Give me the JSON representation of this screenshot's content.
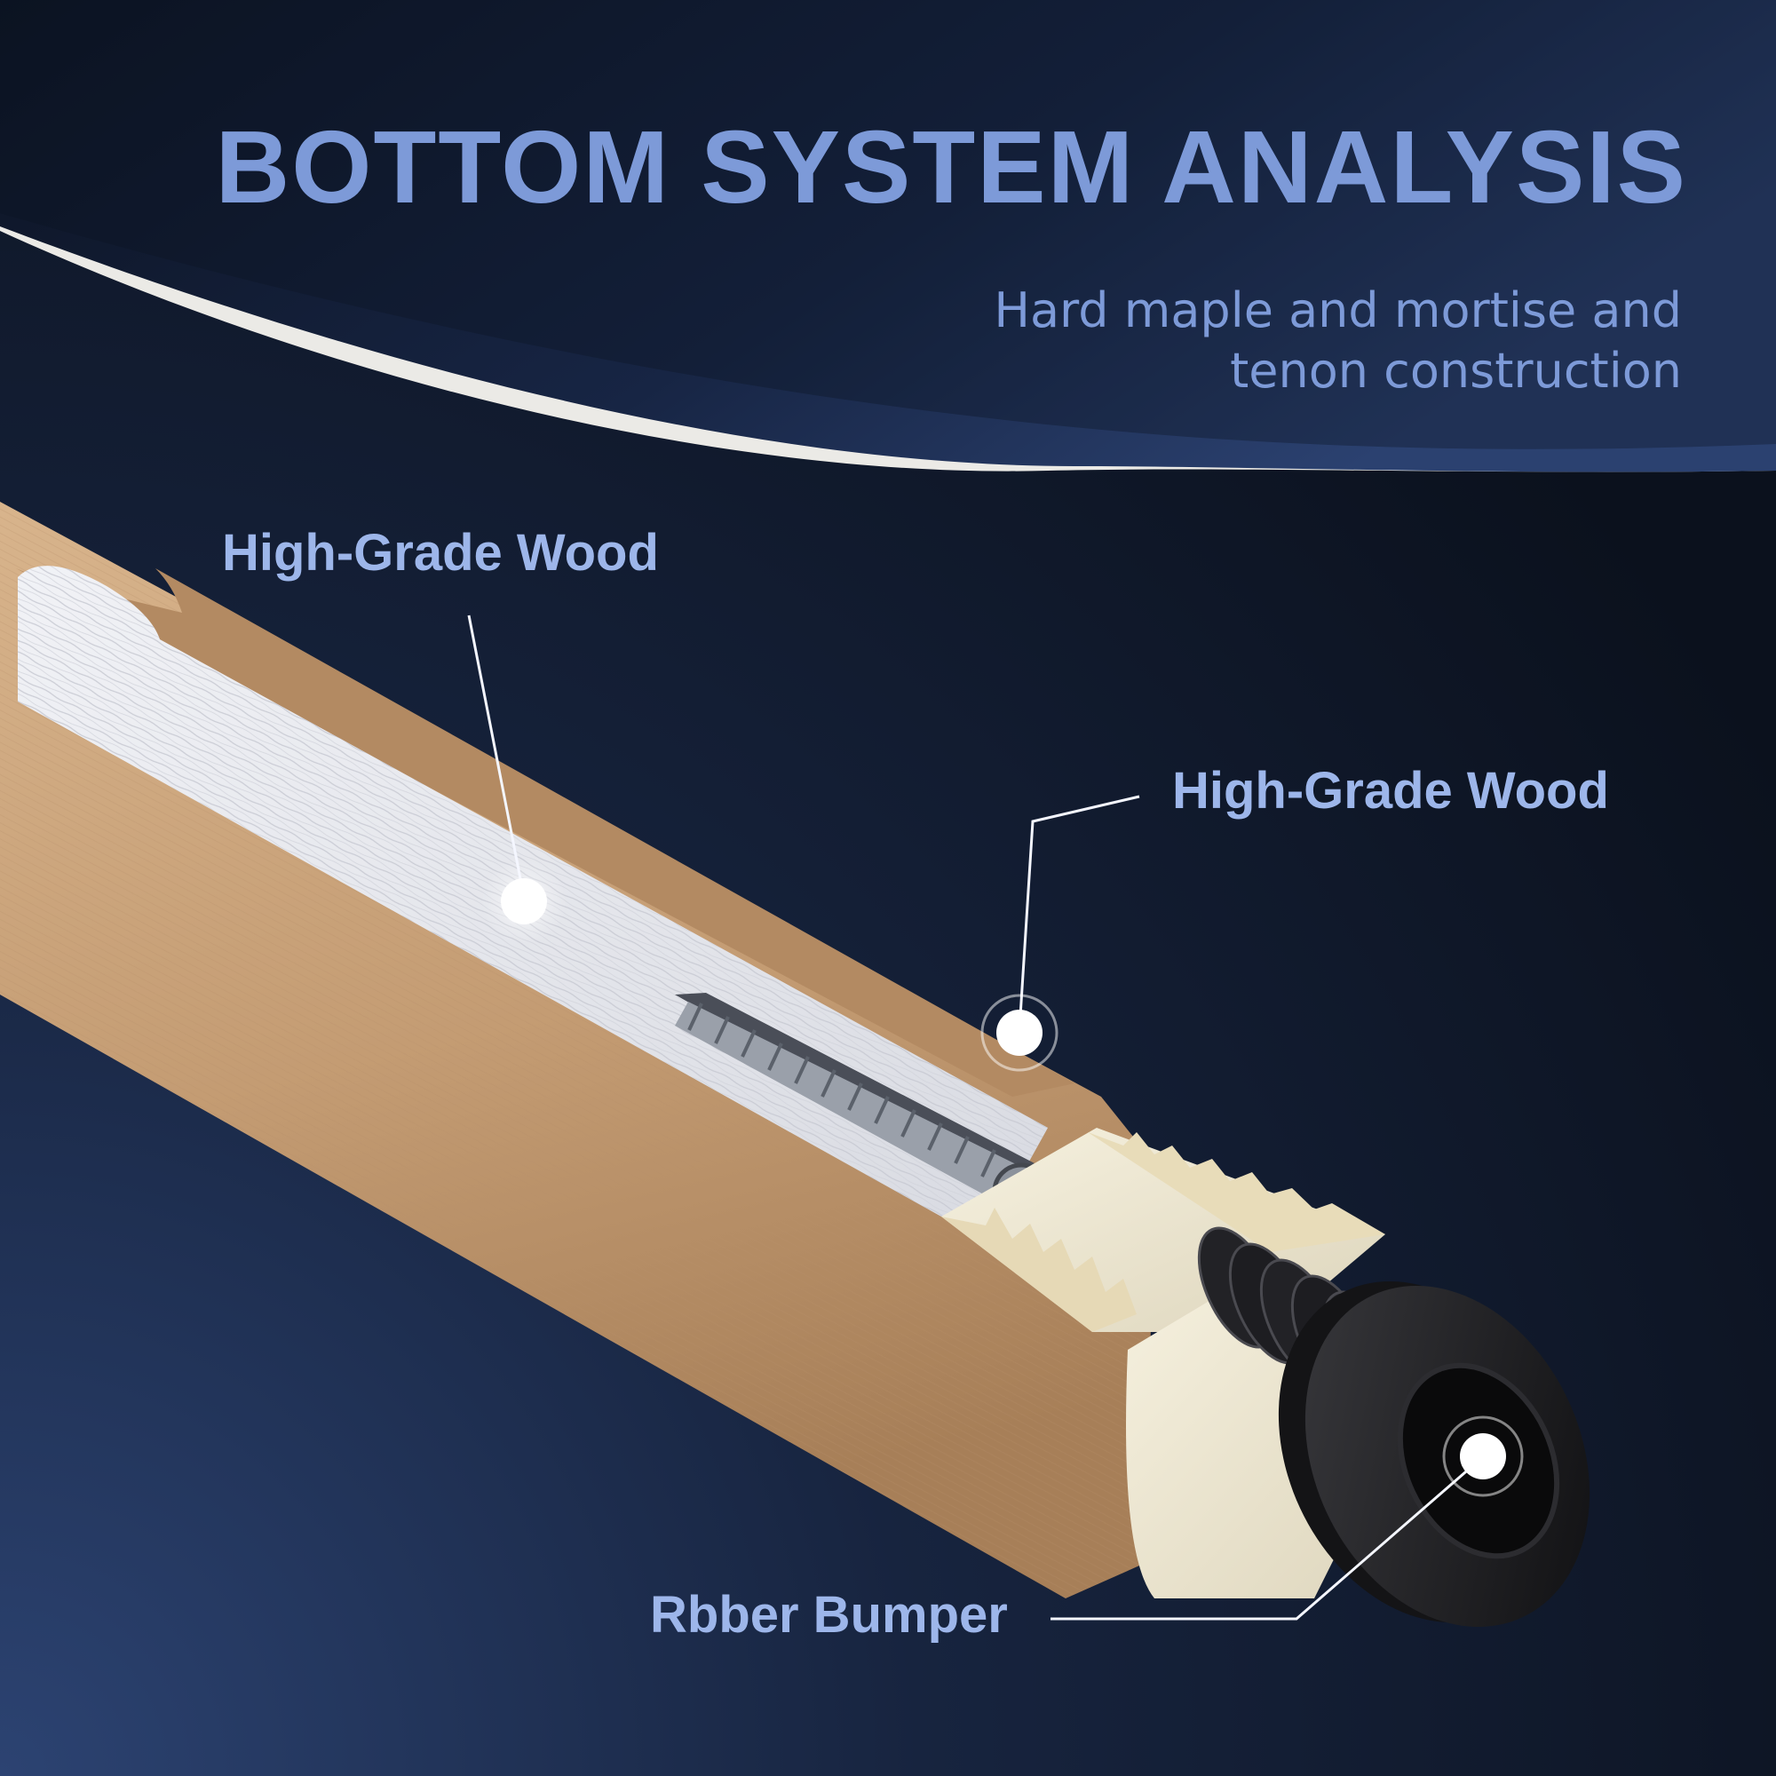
{
  "header": {
    "title": "BOTTOM SYSTEM ANALYSIS",
    "subtitle": "Hard maple and mortise and tenon construction"
  },
  "callouts": [
    {
      "label": "High-Grade Wood"
    },
    {
      "label": "High-Grade Wood"
    },
    {
      "label": "Rbber Bumper"
    }
  ],
  "colors": {
    "accent_text": "#7d9ad8",
    "callout_text": "#9db6ea",
    "background_dark": "#0c1220",
    "background_blue": "#2a4070",
    "wood": "#c9a37c",
    "white_wood": "#e8e9ee",
    "ivory": "#efe9d4",
    "rubber": "#1c1c1e"
  }
}
